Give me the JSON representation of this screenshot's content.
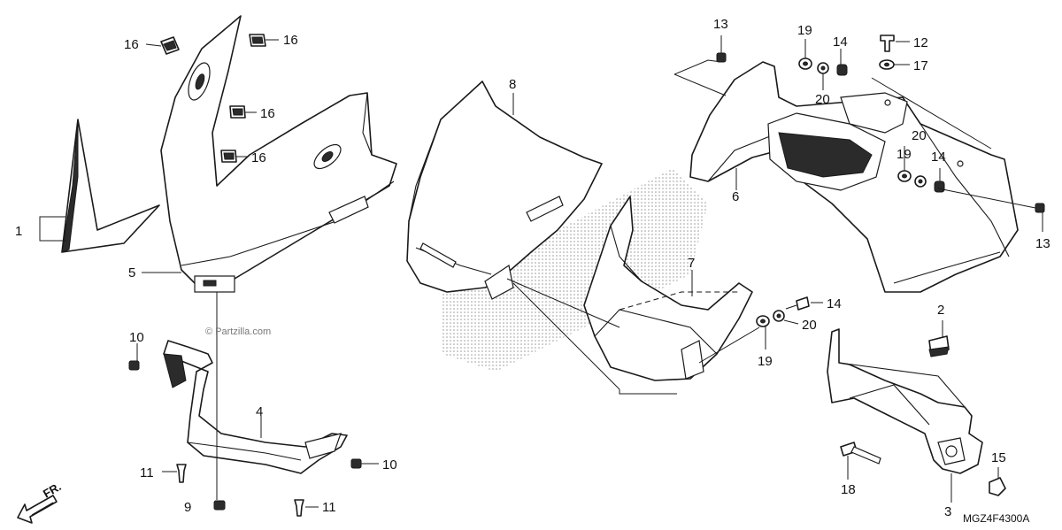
{
  "callouts": {
    "c1": "1",
    "c2": "2",
    "c3": "3",
    "c4": "4",
    "c5": "5",
    "c6": "6",
    "c7": "7",
    "c8": "8",
    "c9": "9",
    "c10a": "10",
    "c10b": "10",
    "c11a": "11",
    "c11b": "11",
    "c12": "12",
    "c13a": "13",
    "c13b": "13",
    "c14a": "14",
    "c14b": "14",
    "c14c": "14",
    "c15": "15",
    "c16a": "16",
    "c16b": "16",
    "c16c": "16",
    "c16d": "16",
    "c17": "17",
    "c18": "18",
    "c19a": "19",
    "c19b": "19",
    "c19c": "19",
    "c20a": "20",
    "c20b": "20",
    "c20c": "20"
  },
  "direction_label": "FR.",
  "watermark": "© Partzilla.com",
  "diagram_code": "MGZ4F4300A"
}
